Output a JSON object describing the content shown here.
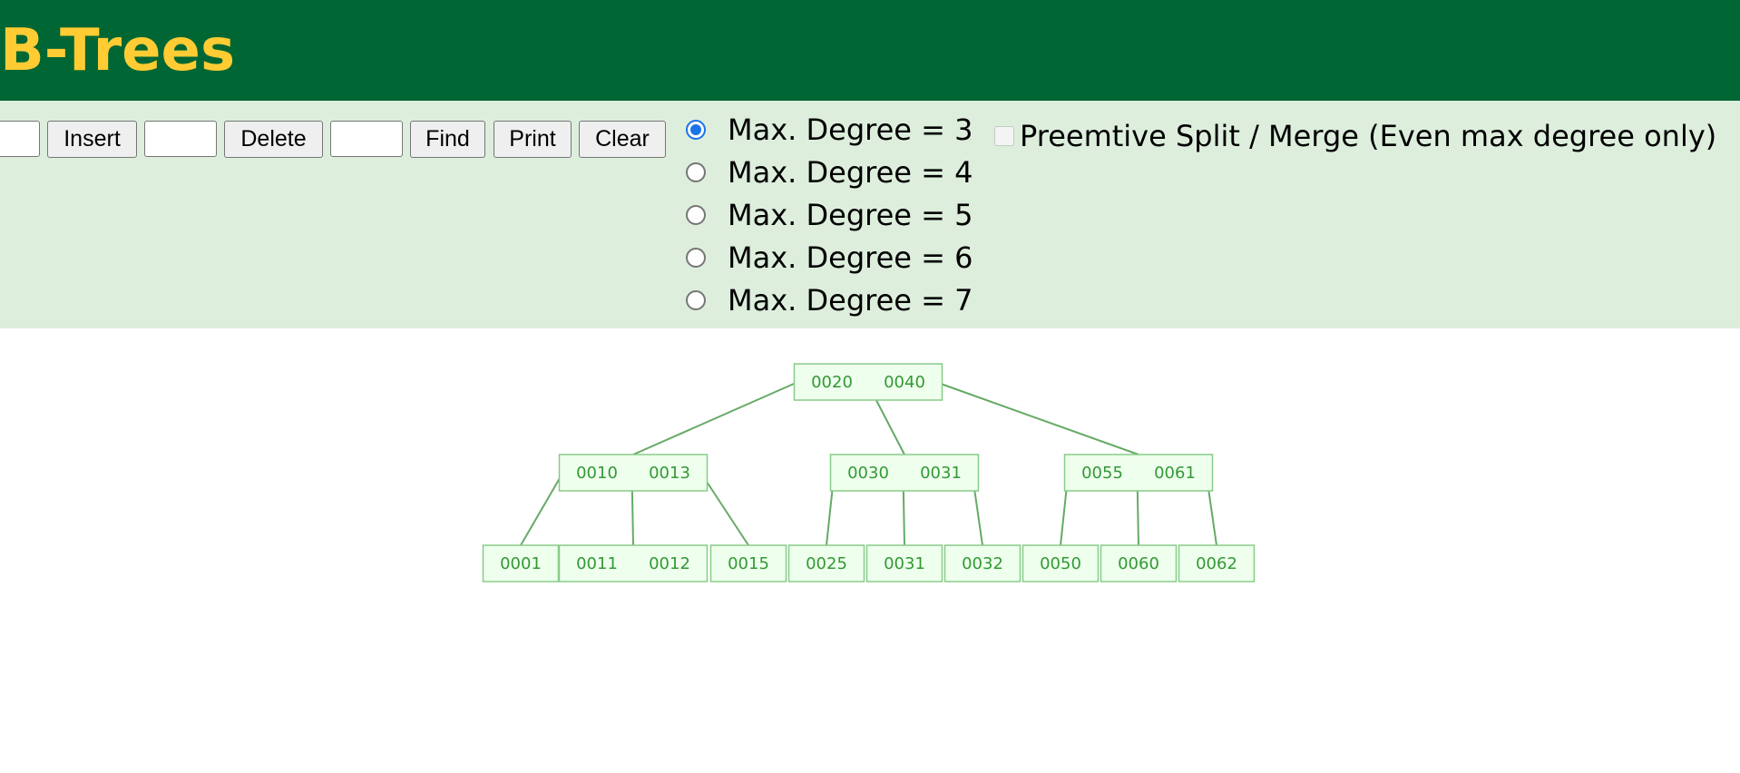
{
  "header": {
    "title": "B-Trees"
  },
  "controls": {
    "insert_label": "Insert",
    "delete_label": "Delete",
    "find_label": "Find",
    "print_label": "Print",
    "clear_label": "Clear",
    "insert_value": "",
    "delete_value": "",
    "find_value": "",
    "degree_options": [
      "Max. Degree = 3",
      "Max. Degree = 4",
      "Max. Degree = 5",
      "Max. Degree = 6",
      "Max. Degree = 7"
    ],
    "selected_degree_index": 0,
    "preemptive_label": "Preemtive Split / Merge (Even max degree only)",
    "preemptive_checked": false
  },
  "tree": {
    "root": [
      "0020",
      "0040"
    ],
    "level1": [
      [
        "0010",
        "0013"
      ],
      [
        "0030",
        "0031"
      ],
      [
        "0055",
        "0061"
      ]
    ],
    "leaves": [
      [
        "0001"
      ],
      [
        "0011",
        "0012"
      ],
      [
        "0015"
      ],
      [
        "0025"
      ],
      [
        "0031"
      ],
      [
        "0032"
      ],
      [
        "0050"
      ],
      [
        "0060"
      ],
      [
        "0062"
      ]
    ]
  },
  "colors": {
    "header_bg": "#006633",
    "title_color": "#FFCC33",
    "controls_bg": "#DDEEDD",
    "node_fill": "#EEFFEE",
    "node_stroke": "#88CC88",
    "edge_color": "#66AA66",
    "key_color": "#339933",
    "radio_accent": "#1a73e8"
  }
}
